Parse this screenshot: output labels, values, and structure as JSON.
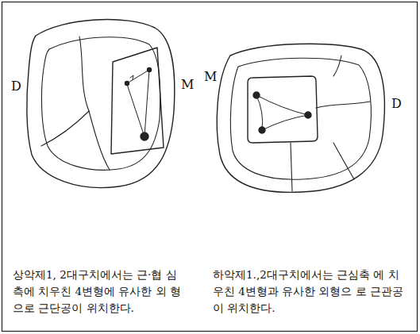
{
  "diagram": {
    "labels": [
      "D",
      "M",
      "M",
      "D",
      "상악제1, 2대구치에서는 근·협 심측에 치우친 4변형에 유사한 외 형으로 근단공이 위치한다.",
      "하악제1.,2대구치에서는 근심축 에 치우친 4변형과 유사한 외형으 로 근관공이 위치한다."
    ]
  }
}
